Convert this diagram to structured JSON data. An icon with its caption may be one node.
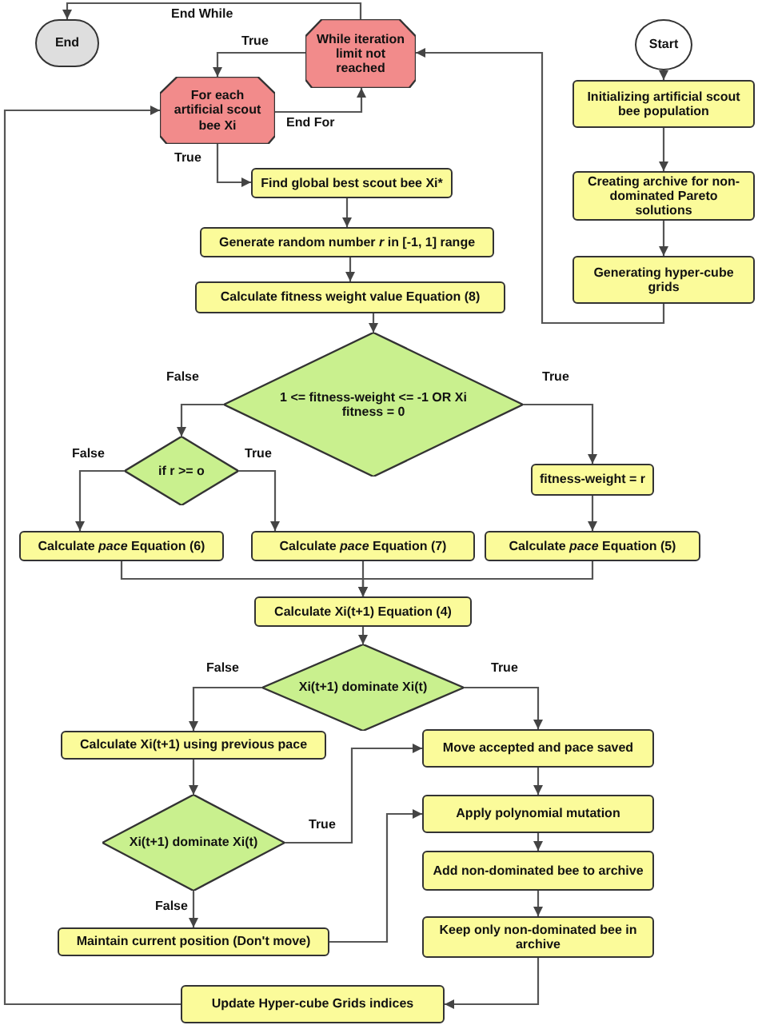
{
  "diagram": {
    "nodes": [
      {
        "text": [
          "End"
        ]
      },
      {
        "text": [
          "While iteration limit not reached"
        ]
      },
      {
        "text": [
          "Start"
        ]
      },
      {
        "text": [
          "For each artificial scout bee Xi"
        ]
      },
      {
        "text": [
          "Initializing artificial scout bee population"
        ]
      },
      {
        "text": [
          "Find global best scout bee Xi*"
        ]
      },
      {
        "text": [
          "Creating archive for non-dominated Pareto solutions"
        ]
      },
      {
        "text": [
          "Generate random number *r* in [-1, 1] range"
        ]
      },
      {
        "text": [
          "Generating hyper-cube grids"
        ]
      },
      {
        "text": [
          "Calculate fitness weight value Equation (8)"
        ]
      },
      {
        "text": [
          "1 <= fitness-weight <= -1 OR Xi fitness = 0"
        ]
      },
      {
        "text": [
          "if r >= o"
        ]
      },
      {
        "text": [
          "fitness-weight = r"
        ]
      },
      {
        "text": [
          "Calculate *pace* Equation (6)"
        ]
      },
      {
        "text": [
          "Calculate *pace*  Equation (7)"
        ]
      },
      {
        "text": [
          "Calculate *pace* Equation (5)"
        ]
      },
      {
        "text": [
          "Calculate Xi(t+1) Equation (4)"
        ]
      },
      {
        "text": [
          "Xi(t+1) dominate  Xi(t)"
        ]
      },
      {
        "text": [
          "Calculate Xi(t+1) using previous pace"
        ]
      },
      {
        "text": [
          "Move accepted and pace saved"
        ]
      },
      {
        "text": [
          "Xi(t+1) dominate  Xi(t)"
        ]
      },
      {
        "text": [
          "Apply polynomial mutation"
        ]
      },
      {
        "text": [
          "Add non-dominated bee to archive"
        ]
      },
      {
        "text": [
          "Maintain current position (Don't move)"
        ]
      },
      {
        "text": [
          "Keep only non-dominated bee in archive"
        ]
      },
      {
        "text": [
          "Update Hyper-cube Grids indices"
        ]
      }
    ],
    "edges": [
      {
        "from": 1,
        "to": 0,
        "arrow": "to",
        "label": "End While"
      },
      {
        "from": 1,
        "to": 3,
        "arrow": "to",
        "label": "True"
      },
      {
        "from": 3,
        "to": 1,
        "arrow": "to",
        "label": "End For"
      },
      {
        "from": 3,
        "to": 5,
        "arrow": "to",
        "label": "True"
      },
      {
        "from": 2,
        "to": 4,
        "arrow": "to"
      },
      {
        "from": 4,
        "to": 6,
        "arrow": "to"
      },
      {
        "from": 6,
        "to": 8,
        "arrow": "to"
      },
      {
        "from": 8,
        "to": 1,
        "arrow": "to"
      },
      {
        "from": 5,
        "to": 7,
        "arrow": "to"
      },
      {
        "from": 7,
        "to": 9,
        "arrow": "to"
      },
      {
        "from": 9,
        "to": 10,
        "arrow": "to"
      },
      {
        "from": 10,
        "to": 11,
        "arrow": "to",
        "label": "False"
      },
      {
        "from": 10,
        "to": 12,
        "arrow": "to",
        "label": "True"
      },
      {
        "from": 11,
        "to": 13,
        "arrow": "to",
        "label": "False"
      },
      {
        "from": 11,
        "to": 14,
        "arrow": "to",
        "label": "True"
      },
      {
        "from": 12,
        "to": 15,
        "arrow": "to"
      },
      {
        "from": 13,
        "to": 16,
        "arrow": "to"
      },
      {
        "from": 14,
        "to": 16,
        "arrow": "to"
      },
      {
        "from": 15,
        "to": 16,
        "arrow": "to"
      },
      {
        "from": 16,
        "to": 17,
        "arrow": "to"
      },
      {
        "from": 17,
        "to": 18,
        "arrow": "to",
        "label": "False"
      },
      {
        "from": 17,
        "to": 19,
        "arrow": "to",
        "label": "True"
      },
      {
        "from": 18,
        "to": 20,
        "arrow": "to"
      },
      {
        "from": 20,
        "to": 19,
        "arrow": "to",
        "label": "True"
      },
      {
        "from": 20,
        "to": 23,
        "arrow": "to",
        "label": "False"
      },
      {
        "from": 23,
        "to": 21,
        "arrow": "to"
      },
      {
        "from": 19,
        "to": 21,
        "arrow": "to"
      },
      {
        "from": 21,
        "to": 22,
        "arrow": "to"
      },
      {
        "from": 22,
        "to": 24,
        "arrow": "to"
      },
      {
        "from": 24,
        "to": 25,
        "arrow": "to"
      },
      {
        "from": 25,
        "to": 3,
        "arrow": "to"
      }
    ]
  }
}
